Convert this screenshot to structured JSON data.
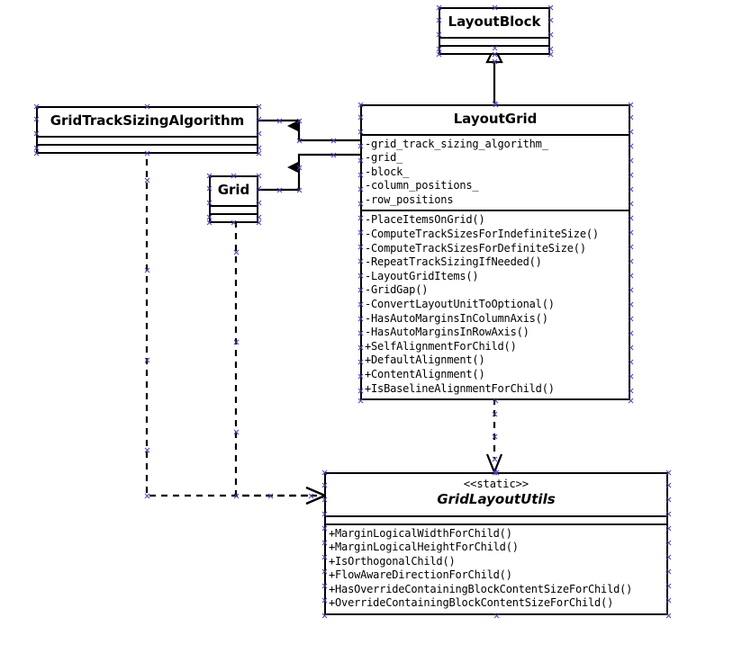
{
  "diagram": {
    "kind": "uml-class-diagram",
    "title": "LayoutGrid class collaboration diagram",
    "background_color": "#ffffff",
    "line_color": "#000000",
    "port_marker_color": "#4a40c8"
  },
  "classes": [
    {
      "id": "layout-block",
      "name": "LayoutBlock",
      "stereotype": "",
      "abstract": false,
      "attributes": [],
      "methods": []
    },
    {
      "id": "grid-track-sizing-algorithm",
      "name": "GridTrackSizingAlgorithm",
      "stereotype": "",
      "abstract": false,
      "attributes": [],
      "methods": []
    },
    {
      "id": "grid",
      "name": "Grid",
      "stereotype": "",
      "abstract": false,
      "attributes": [],
      "methods": []
    },
    {
      "id": "layout-grid",
      "name": "LayoutGrid",
      "stereotype": "",
      "abstract": false,
      "attributes": [
        "-grid_track_sizing_algorithm_",
        "-grid_",
        "-block_",
        "-column_positions_",
        "-row_positions"
      ],
      "methods": [
        "-PlaceItemsOnGrid()",
        "-ComputeTrackSizesForIndefiniteSize()",
        "-ComputeTrackSizesForDefiniteSize()",
        "-RepeatTrackSizingIfNeeded()",
        "-LayoutGridItems()",
        "-GridGap()",
        "-ConvertLayoutUnitToOptional()",
        "-HasAutoMarginsInColumnAxis()",
        "-HasAutoMarginsInRowAxis()",
        "+SelfAlignmentForChild()",
        "+DefaultAlignment()",
        "+ContentAlignment()",
        "+IsBaselineAlignmentForChild()"
      ]
    },
    {
      "id": "grid-layout-utils",
      "name": "GridLayoutUtils",
      "stereotype": "<<static>>",
      "abstract": true,
      "attributes": [],
      "methods": [
        "+MarginLogicalWidthForChild()",
        "+MarginLogicalHeightForChild()",
        "+IsOrthogonalChild()",
        "+FlowAwareDirectionForChild()",
        "+HasOverrideContainingBlockContentSizeForChild()",
        "+OverrideContainingBlockContentSizeForChild()"
      ]
    }
  ],
  "relations": [
    {
      "id": "rel-inheritance-layoutgrid-layoutblock",
      "type": "generalization",
      "from": "LayoutGrid",
      "to": "LayoutBlock",
      "line_style": "solid",
      "arrowhead": "hollow-triangle"
    },
    {
      "id": "rel-assoc-gtsa-layoutgrid",
      "type": "association",
      "from": "GridTrackSizingAlgorithm",
      "to": "LayoutGrid",
      "target_member": "-grid_track_sizing_algorithm_",
      "line_style": "solid",
      "arrowhead": "filled-triangle"
    },
    {
      "id": "rel-assoc-grid-layoutgrid",
      "type": "association",
      "from": "Grid",
      "to": "LayoutGrid",
      "target_member": "-grid_",
      "line_style": "solid",
      "arrowhead": "filled-triangle"
    },
    {
      "id": "rel-dependency-layoutgrid-gridlayoututils",
      "type": "dependency",
      "from": "LayoutGrid",
      "to": "GridLayoutUtils",
      "line_style": "dashed",
      "arrowhead": "open-v"
    },
    {
      "id": "rel-dependency-gtsa-gridlayoututils",
      "type": "dependency",
      "from": "GridTrackSizingAlgorithm",
      "to": "GridLayoutUtils",
      "line_style": "dashed",
      "arrowhead": "open-arrow"
    },
    {
      "id": "rel-dependency-grid-gridlayoututils",
      "type": "dependency",
      "from": "Grid",
      "to": "GridLayoutUtils",
      "line_style": "dashed",
      "arrowhead": "open-arrow"
    }
  ]
}
